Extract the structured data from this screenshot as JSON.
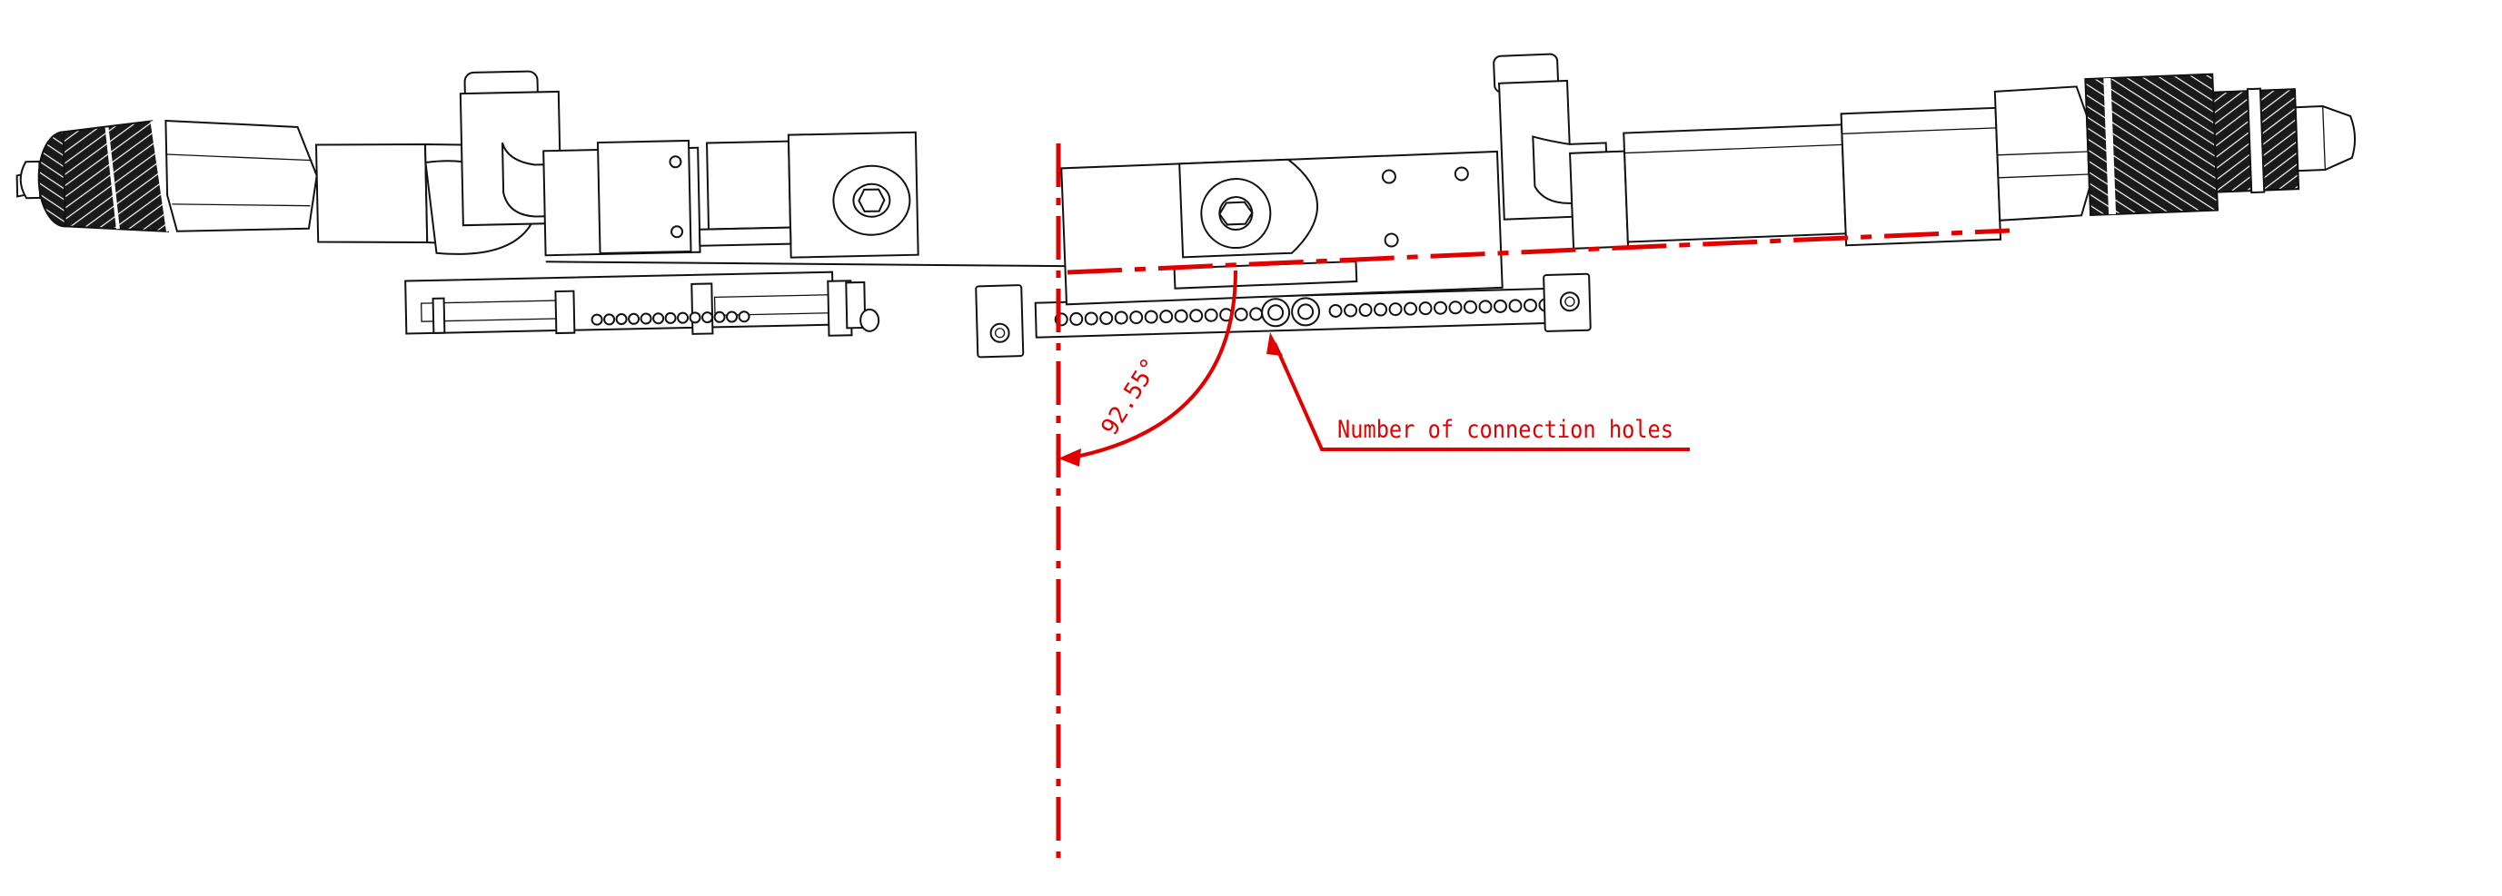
{
  "annotations": {
    "angle_label": "92.55°",
    "callout_label": "Number of connection holes"
  },
  "colors": {
    "dimension": "#e00000",
    "outline": "#111111",
    "knurl": "#1a1a1a",
    "background": "#ffffff"
  },
  "icons": {
    "knurl_pattern": "knurled-grip",
    "hole": "circle-outline",
    "hex_socket": "hexagon"
  }
}
